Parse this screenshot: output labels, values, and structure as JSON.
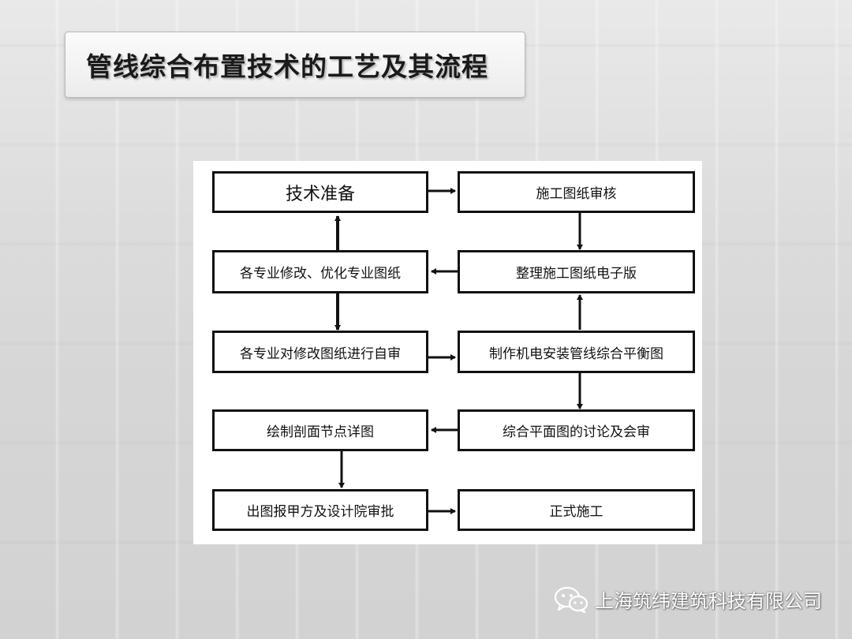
{
  "title": "管线综合布置技术的工艺及其流程",
  "flow": {
    "tech_prep": "技术准备",
    "drawing_review": "施工图纸审核",
    "modify_optimize": "各专业修改、优化专业图纸",
    "electronic_version": "整理施工图纸电子版",
    "self_review": "各专业对修改图纸进行自审",
    "mep_plan": "制作机电安装管线综合平衡图",
    "section_detail": "绘制剖面节点详图",
    "plan_discussion": "综合平面图的讨论及会审",
    "submit_approval": "出图报甲方及设计院审批",
    "construction": "正式施工"
  },
  "footer": {
    "icon": "wechat-icon",
    "company": "上海筑纬建筑科技有限公司"
  }
}
